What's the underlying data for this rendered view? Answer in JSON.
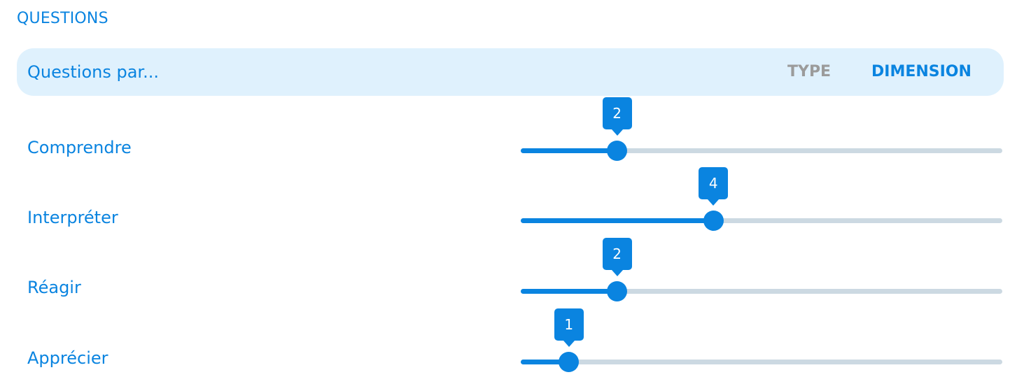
{
  "section_title": "QUESTIONS",
  "filter": {
    "label": "Questions par...",
    "options": [
      {
        "label": "TYPE",
        "selected": false
      },
      {
        "label": "DIMENSION",
        "selected": true
      }
    ]
  },
  "slider_range": {
    "min": 0,
    "max": 10
  },
  "dimensions": [
    {
      "label": "Comprendre",
      "value": "2"
    },
    {
      "label": "Interpréter",
      "value": "4"
    },
    {
      "label": "Réagir",
      "value": "2"
    },
    {
      "label": "Apprécier",
      "value": "1"
    }
  ],
  "colors": {
    "accent": "#0a84e0",
    "bar_background": "#dff1fd",
    "track": "#ccd9e2",
    "inactive_option": "#9b9b9b"
  }
}
